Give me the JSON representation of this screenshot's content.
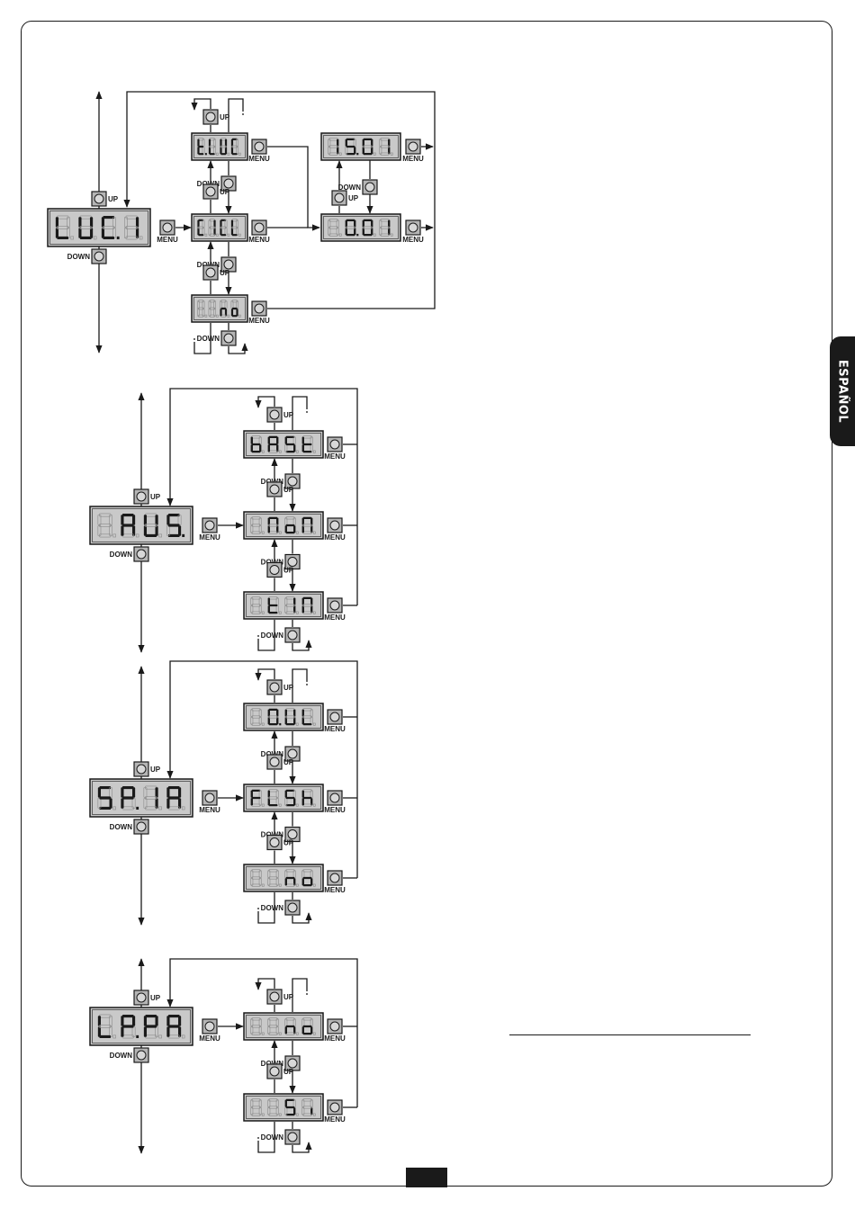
{
  "side_tab": {
    "label": "ESPAÑOL"
  },
  "labels": {
    "up": "UP",
    "down": "DOWN",
    "menu": "MENU"
  },
  "groups": [
    {
      "main": "LUC.I",
      "options": [
        "t.LUC",
        "CICL",
        "no"
      ],
      "time": [
        "15.01",
        "0.01"
      ]
    },
    {
      "main": "AUS.",
      "options": [
        "bASt",
        "MoN",
        "tIM"
      ]
    },
    {
      "main": "SP.IA",
      "options": [
        "0.UL",
        "FLSh",
        "no"
      ]
    },
    {
      "main": "LP.PA",
      "options": [
        "no",
        "Si"
      ]
    }
  ]
}
